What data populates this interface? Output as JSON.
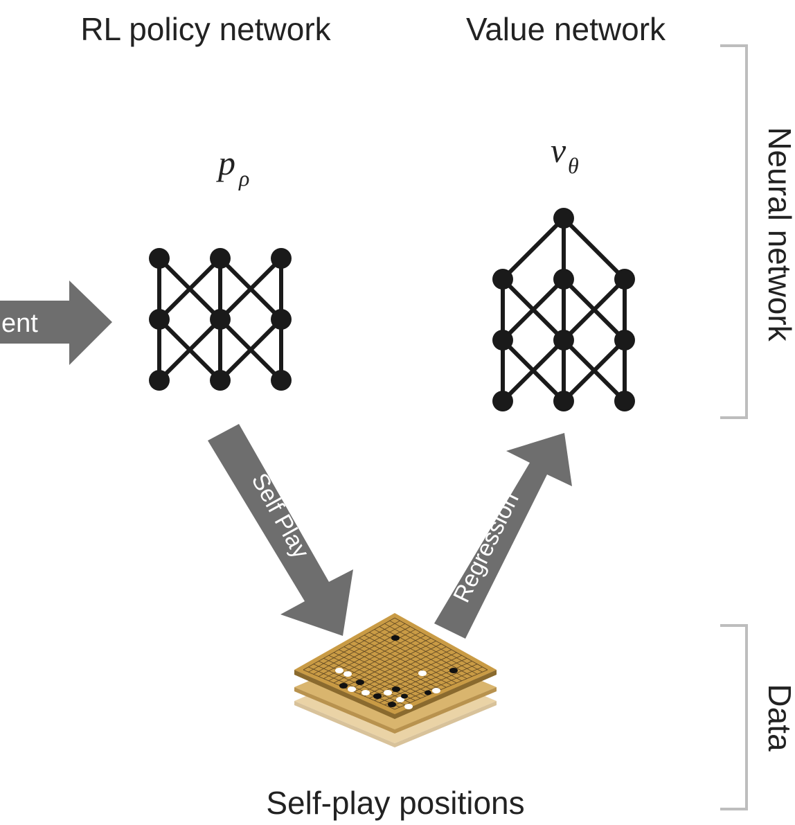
{
  "titles": {
    "policy": "RL policy network",
    "value": "Value network"
  },
  "symbols": {
    "policy_main": "p",
    "policy_sub": "ρ",
    "value_main": "v",
    "value_sub": "θ"
  },
  "brackets": {
    "network": "Neural network",
    "data": "Data"
  },
  "arrows": {
    "left_partial": "ent",
    "self_play": "Self Play",
    "regression": "Regression"
  },
  "caption": "Self-play positions",
  "colors": {
    "arrow": "#6e6e6e",
    "node": "#1a1a1a",
    "bracket": "#bdbdbd",
    "board_top": "#c99b45",
    "board_mid": "#d9b56e",
    "board_bottom": "#ead3a6"
  }
}
